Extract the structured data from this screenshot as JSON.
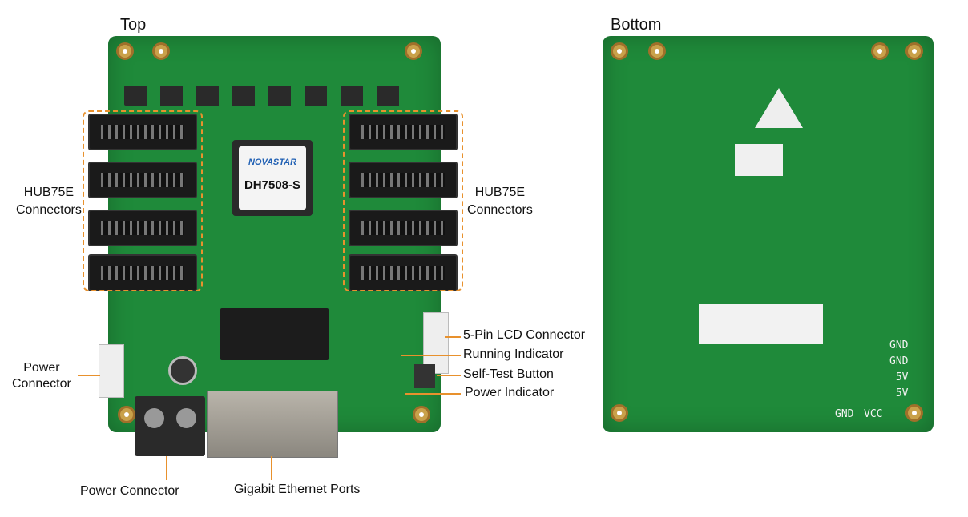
{
  "titles": {
    "top": "Top",
    "bottom": "Bottom"
  },
  "chip": {
    "brand": "NOVASTAR",
    "model": "DH7508-S"
  },
  "callouts": {
    "hub_left": [
      "HUB75E",
      "Connectors"
    ],
    "hub_right": [
      "HUB75E",
      "Connectors"
    ],
    "power_connector_left": [
      "Power",
      "Connector"
    ],
    "power_connector_bottom": "Power Connector",
    "ethernet": "Gigabit Ethernet Ports",
    "lcd": "5-Pin LCD Connector",
    "running": "Running Indicator",
    "selftest": "Self-Test Button",
    "power_indicator": "Power Indicator"
  },
  "bottom_silk": {
    "pins": [
      "GND",
      "GND",
      "5V",
      "5V"
    ],
    "gnd": "GND",
    "vcc": "VCC"
  },
  "colors": {
    "pcb": "#1f8a3a",
    "callout": "#e8912d"
  }
}
